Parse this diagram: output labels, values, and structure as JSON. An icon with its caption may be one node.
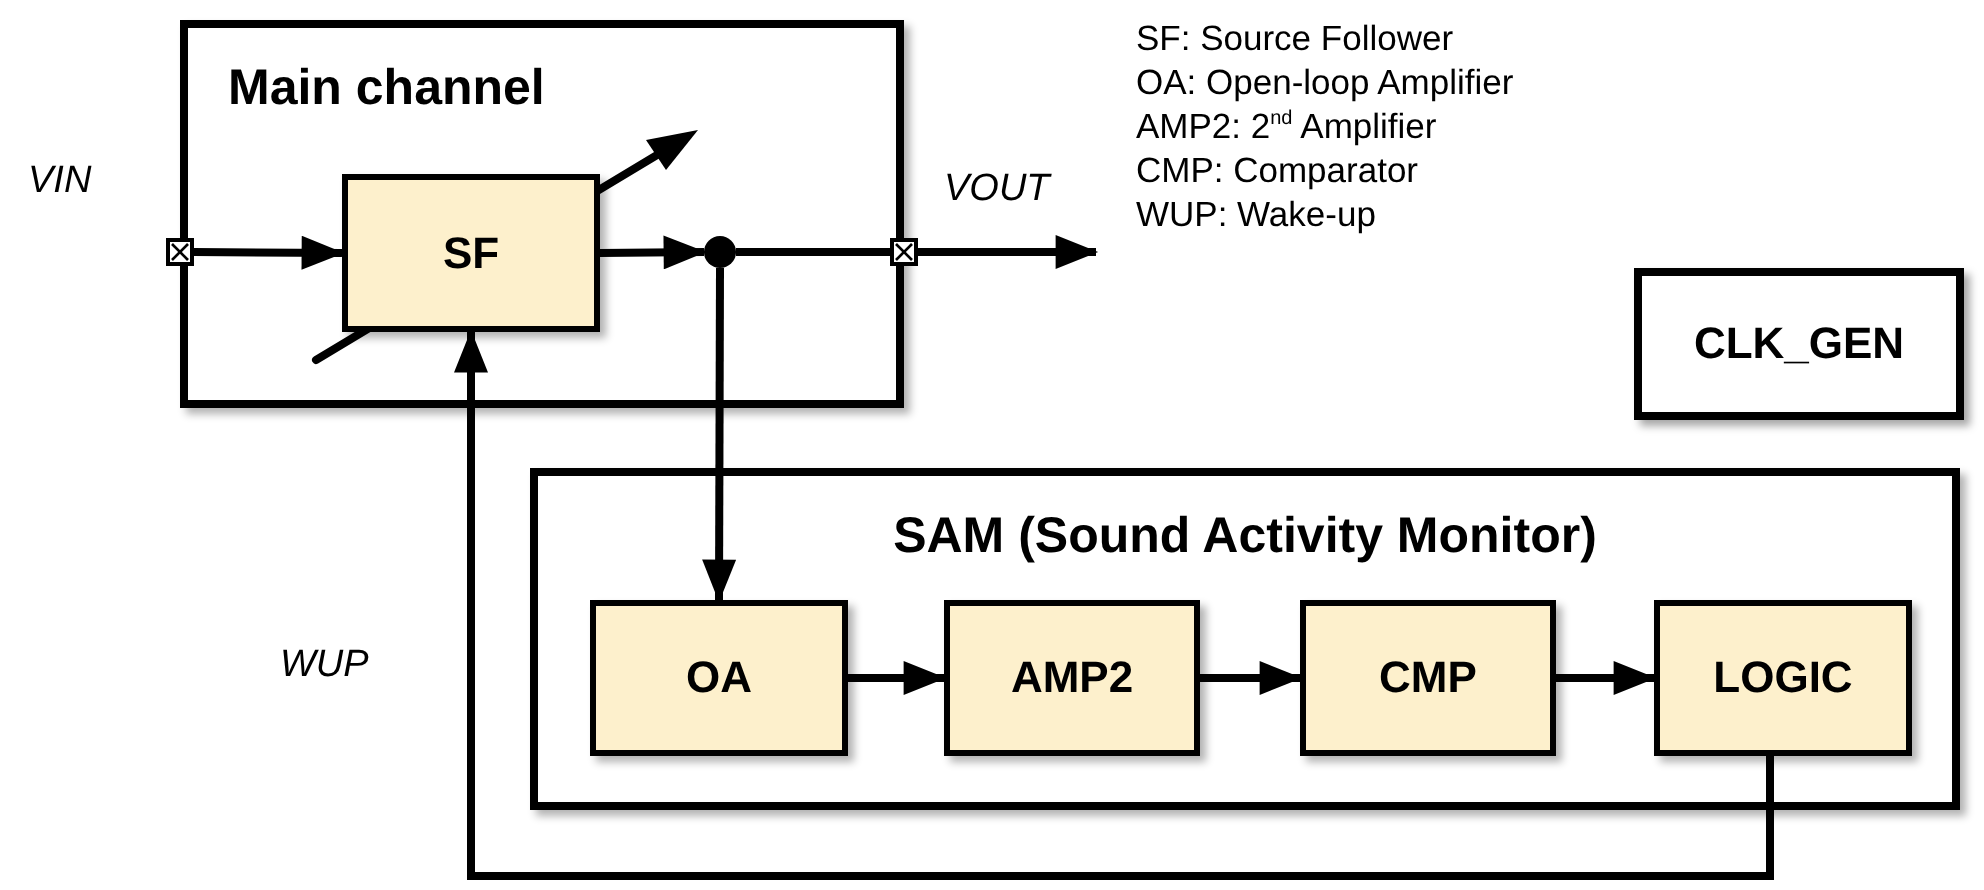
{
  "diagram": {
    "nodes": [
      {
        "text": [
          "Main channel"
        ]
      },
      {
        "text": [],
        "shape": "box",
        "beside": [
          "VIN"
        ]
      },
      {
        "text": [
          "SF"
        ],
        "in": 0
      },
      {
        "text": [],
        "shape": "circle",
        "in": 0
      },
      {
        "text": [],
        "shape": "box",
        "beside": [
          "VOUT"
        ]
      },
      {
        "text": [
          "CLK_GEN"
        ]
      },
      {
        "text": [
          "SAM (Sound Activity Monitor)"
        ]
      },
      {
        "text": [
          "OA"
        ],
        "in": 6
      },
      {
        "text": [
          "AMP2"
        ],
        "in": 6
      },
      {
        "text": [
          "CMP"
        ],
        "in": 6
      },
      {
        "text": [
          "LOGIC"
        ],
        "in": 6
      }
    ],
    "edges": [
      {
        "from": 1,
        "to": 2,
        "arrow": "to"
      },
      {
        "from": 2,
        "to": 3,
        "arrow": "to"
      },
      {
        "from": 3,
        "to": 4,
        "arrow": "none"
      },
      {
        "from": 4,
        "to": null,
        "arrow": "to"
      },
      {
        "from": 3,
        "to": 7,
        "arrow": "to"
      },
      {
        "from": 7,
        "to": 8,
        "arrow": "to"
      },
      {
        "from": 8,
        "to": 9,
        "arrow": "to"
      },
      {
        "from": 9,
        "to": 10,
        "arrow": "to"
      },
      {
        "from": 10,
        "to": 2,
        "arrow": "to",
        "label": "WUP"
      }
    ],
    "labels": [
      "SF: Source Follower",
      "OA: Open-loop Amplifier",
      "AMP2: 2$^{nd}$ Amplifier",
      "CMP: Comparator",
      "WUP: Wake-up"
    ]
  }
}
